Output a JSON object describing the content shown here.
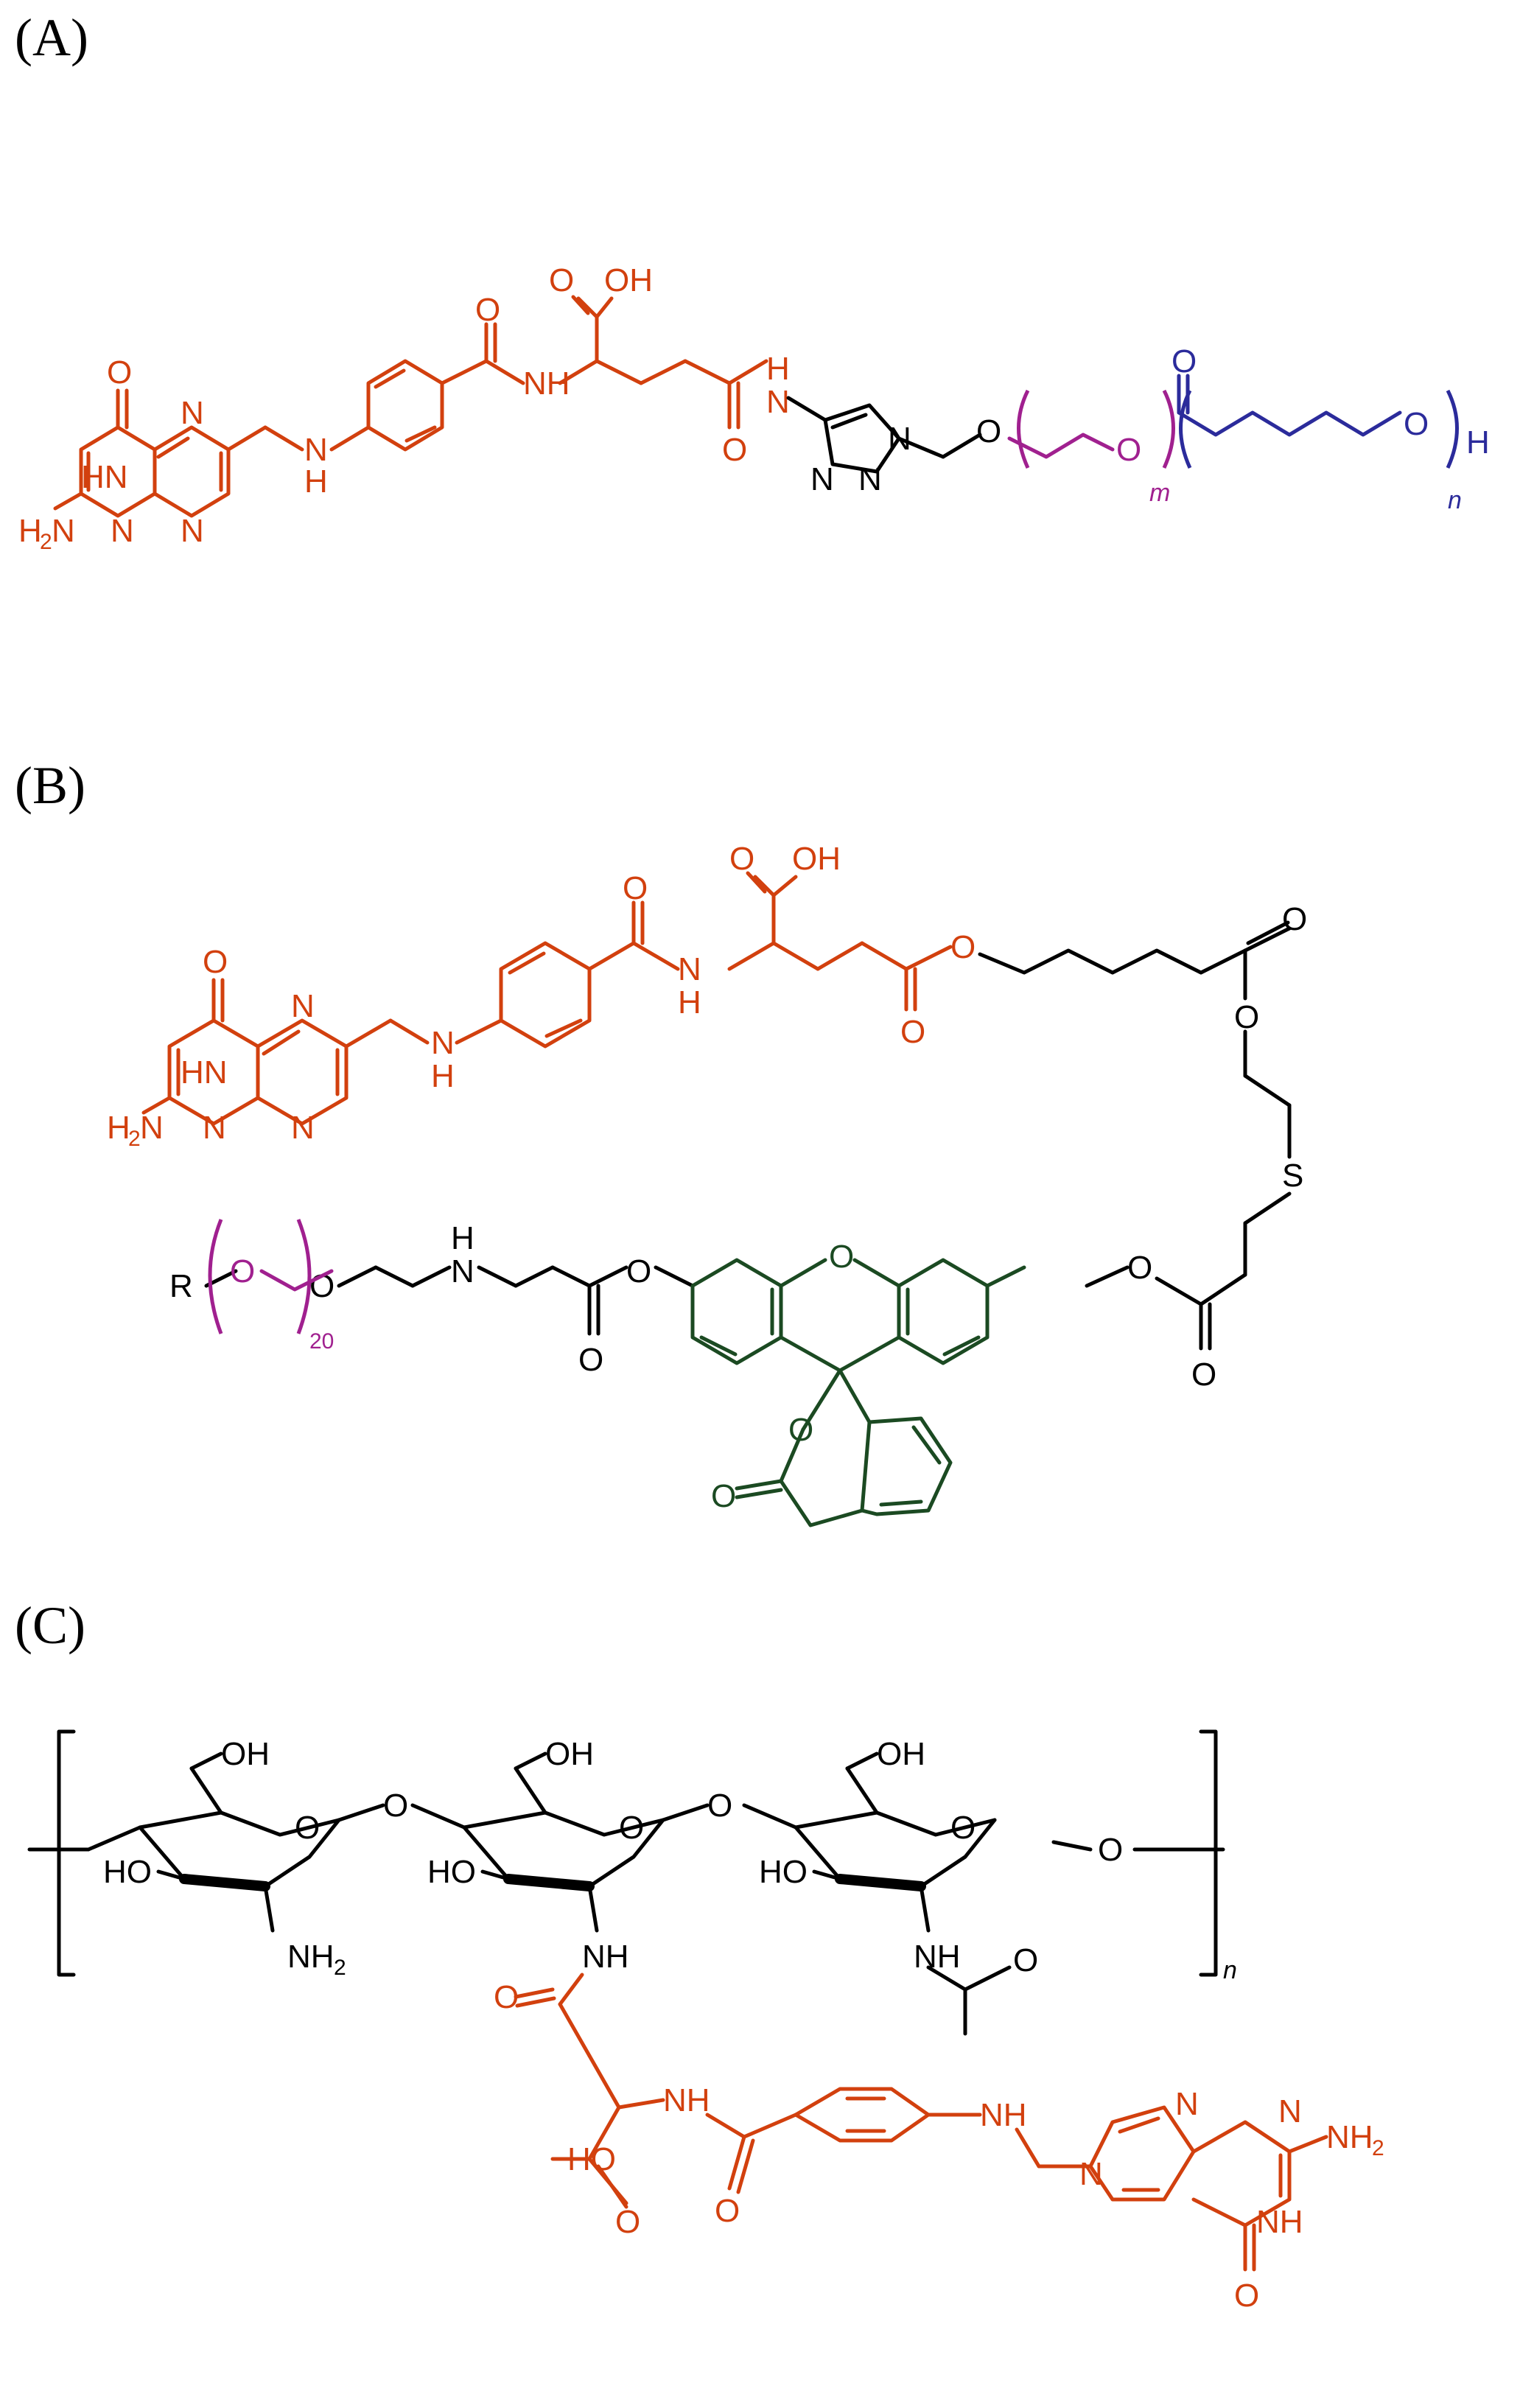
{
  "colors": {
    "folate": "#d2400e",
    "black": "#000000",
    "peg": "#a0208f",
    "pcl": "#2b2b9b",
    "fluorescein": "#1b4a22"
  },
  "panels": [
    {
      "label": "(A)"
    },
    {
      "label": "(B)"
    },
    {
      "label": "(C)"
    }
  ],
  "atoms": {
    "O": "O",
    "N": "N",
    "S": "S",
    "H": "H",
    "R": "R",
    "OH": "OH",
    "HN": "HN",
    "NH": "NH",
    "HO": "HO",
    "H2N_main": "H",
    "H2N_N": "N",
    "NH2_main": "NH",
    "sub2": "2",
    "NHtop": "H"
  },
  "repeat_labels": {
    "m": "m",
    "n": "n",
    "twenty": "20"
  }
}
